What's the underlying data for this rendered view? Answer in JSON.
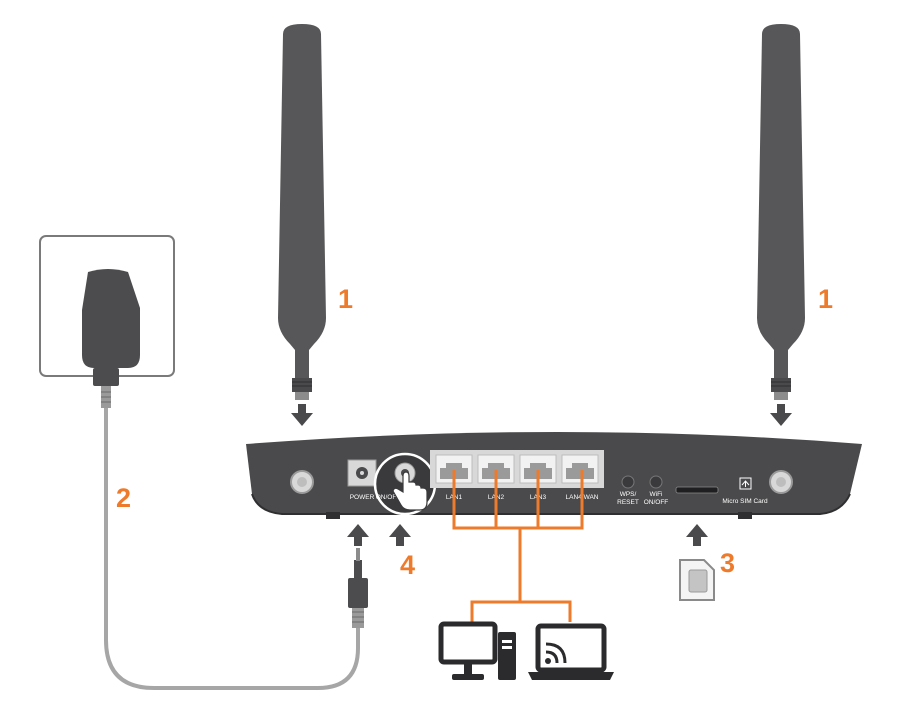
{
  "steps": {
    "antenna_left": "1",
    "antenna_right": "1",
    "power_adapter": "2",
    "sim_card": "3",
    "power_button": "4"
  },
  "router": {
    "port_power": "POWER",
    "port_onoff": "ON/OFF",
    "port_lan1": "LAN1",
    "port_lan2": "LAN2",
    "port_lan3": "LAN3",
    "port_lan4": "LAN4/WAN",
    "wps_line1": "WPS/",
    "wps_line2": "RESET",
    "wifi_line1": "WiFi",
    "wifi_line2": "ON/OFF",
    "sim_slot": "Micro SIM Card"
  },
  "colors": {
    "accent": "#ee7b2b",
    "router_body": "#4a4a4c",
    "antenna": "#565658",
    "outline": "#8a8a8a"
  },
  "icons": [
    "antenna-icon",
    "power-adapter-icon",
    "sim-card-icon",
    "desktop-computer-icon",
    "laptop-wifi-icon",
    "arrow-up-icon",
    "arrow-down-icon",
    "hand-pointer-icon"
  ]
}
